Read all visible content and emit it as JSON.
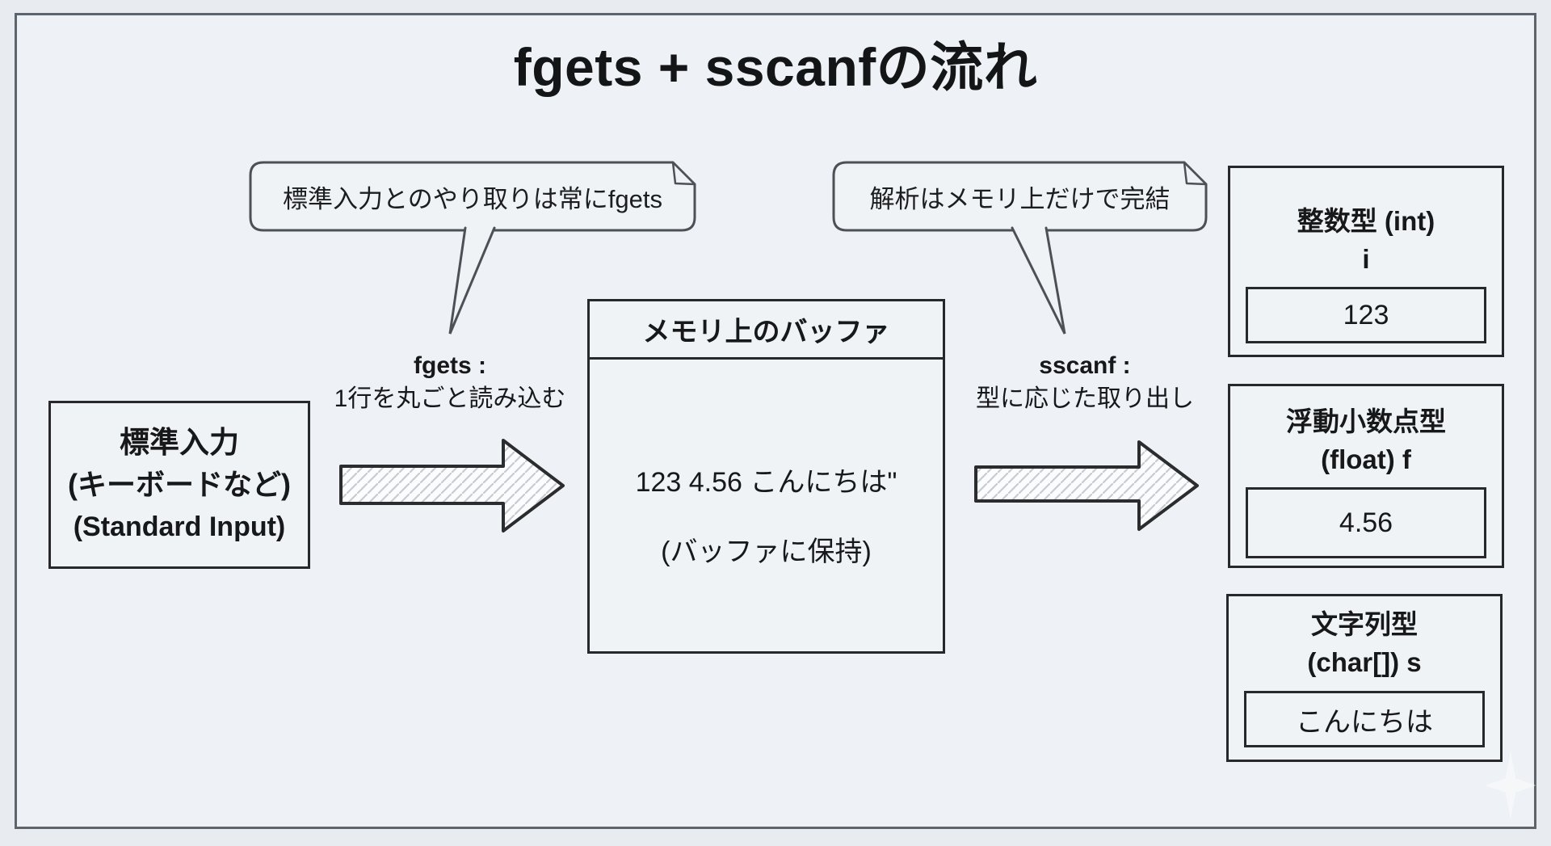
{
  "title": "fgets + sscanfの流れ",
  "bubbles": {
    "fgets_note": "標準入力とのやり取りは常にfgets",
    "sscanf_note": "解析はメモリ上だけで完結"
  },
  "source_box": {
    "line1": "標準入力",
    "line2": "(キーボードなど)",
    "line3": "(Standard Input)"
  },
  "fgets_label": {
    "name": "fgets :",
    "desc": "1行を丸ごと読み込む"
  },
  "buffer_box": {
    "header": "メモリ上のバッファ",
    "content": "123 4.56 こんにちは\"",
    "note": "(バッファに保持)"
  },
  "sscanf_label": {
    "name": "sscanf :",
    "desc": "型に応じた取り出し"
  },
  "result_boxes": [
    {
      "type_line1": "整数型 (int)",
      "type_line2": "i",
      "value": "123"
    },
    {
      "type_line1": "浮動小数点型",
      "type_line2": "(float) f",
      "value": "4.56"
    },
    {
      "type_line1": "文字列型",
      "type_line2": "(char[]) s",
      "value": "こんにちは"
    }
  ],
  "colors": {
    "background": "#eef1f5",
    "frame_border": "#5d646c",
    "box_border": "#26282b",
    "bubble_border": "#4b5157",
    "arrow_fill": "#fbfcfd",
    "arrow_hatch": "#c7ccd3",
    "text": "#17181a"
  }
}
